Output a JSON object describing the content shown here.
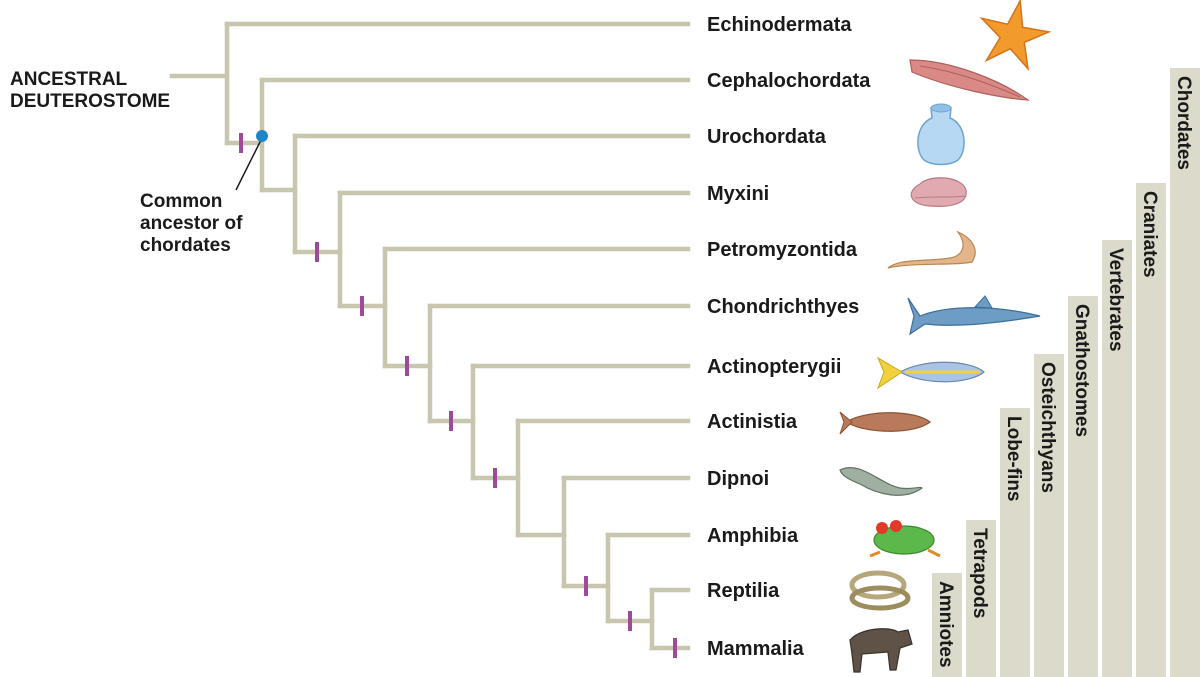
{
  "root_label": [
    "ANCESTRAL",
    "DEUTEROSTOME"
  ],
  "common_ancestor_label": [
    "Common",
    "ancestor of",
    "chordates"
  ],
  "taxa": [
    {
      "name": "Echinodermata",
      "organism": "sea-star"
    },
    {
      "name": "Cephalochordata",
      "organism": "lancelet"
    },
    {
      "name": "Urochordata",
      "organism": "tunicate"
    },
    {
      "name": "Myxini",
      "organism": "hagfish"
    },
    {
      "name": "Petromyzontida",
      "organism": "lamprey"
    },
    {
      "name": "Chondrichthyes",
      "organism": "shark"
    },
    {
      "name": "Actinopterygii",
      "organism": "ray-finned-fish"
    },
    {
      "name": "Actinistia",
      "organism": "coelacanth"
    },
    {
      "name": "Dipnoi",
      "organism": "lungfish"
    },
    {
      "name": "Amphibia",
      "organism": "frog"
    },
    {
      "name": "Reptilia",
      "organism": "snake"
    },
    {
      "name": "Mammalia",
      "organism": "wildebeest"
    }
  ],
  "groups": [
    {
      "name": "Amniotes",
      "from_taxon": 10,
      "to_taxon": 11
    },
    {
      "name": "Tetrapods",
      "from_taxon": 9,
      "to_taxon": 11
    },
    {
      "name": "Lobe-fins",
      "from_taxon": 7,
      "to_taxon": 11
    },
    {
      "name": "Osteichthyans",
      "from_taxon": 6,
      "to_taxon": 11
    },
    {
      "name": "Gnathostomes",
      "from_taxon": 5,
      "to_taxon": 11
    },
    {
      "name": "Vertebrates",
      "from_taxon": 4,
      "to_taxon": 11
    },
    {
      "name": "Craniates",
      "from_taxon": 3,
      "to_taxon": 11
    },
    {
      "name": "Chordates",
      "from_taxon": 1,
      "to_taxon": 11
    }
  ],
  "colors": {
    "branch": "#c9c6b0",
    "trait_tick": "#a0489a",
    "ancestor_dot": "#1e86c8",
    "group_bar": "#dcdacb",
    "text": "#1a1a1a"
  }
}
